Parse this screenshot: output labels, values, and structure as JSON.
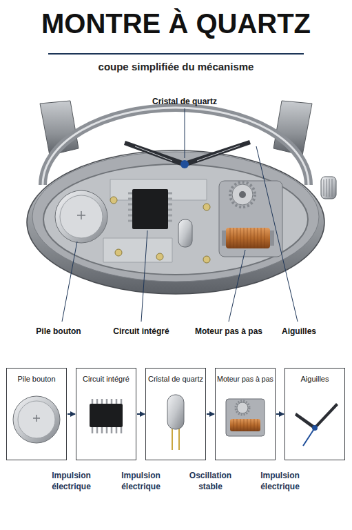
{
  "diagram": {
    "title": "MONTRE À QUARTZ",
    "nodes": [
      {
        "text": [
          "Pile bouton"
        ]
      },
      {
        "text": [
          "Circuit intégré"
        ]
      },
      {
        "text": [
          "Cristal de quartz"
        ]
      },
      {
        "text": [
          "Moteur pas à pas"
        ]
      },
      {
        "text": [
          "Aiguilles"
        ]
      }
    ],
    "edges": [
      {
        "from": 0,
        "to": 1,
        "arrow": "to",
        "label": "Impulsion électrique"
      },
      {
        "from": 1,
        "to": 2,
        "arrow": "to",
        "label": "Impulsion électrique"
      },
      {
        "from": 2,
        "to": 3,
        "arrow": "to",
        "label": "Oscillation stable"
      },
      {
        "from": 3,
        "to": 4,
        "arrow": "to",
        "label": "Impulsion électrique"
      }
    ],
    "labels": [
      "coupe simplifiée du mécanisme",
      "Cristal de quartz",
      "Pile bouton",
      "Circuit intégré",
      "Moteur pas à pas",
      "Aiguilles"
    ]
  }
}
